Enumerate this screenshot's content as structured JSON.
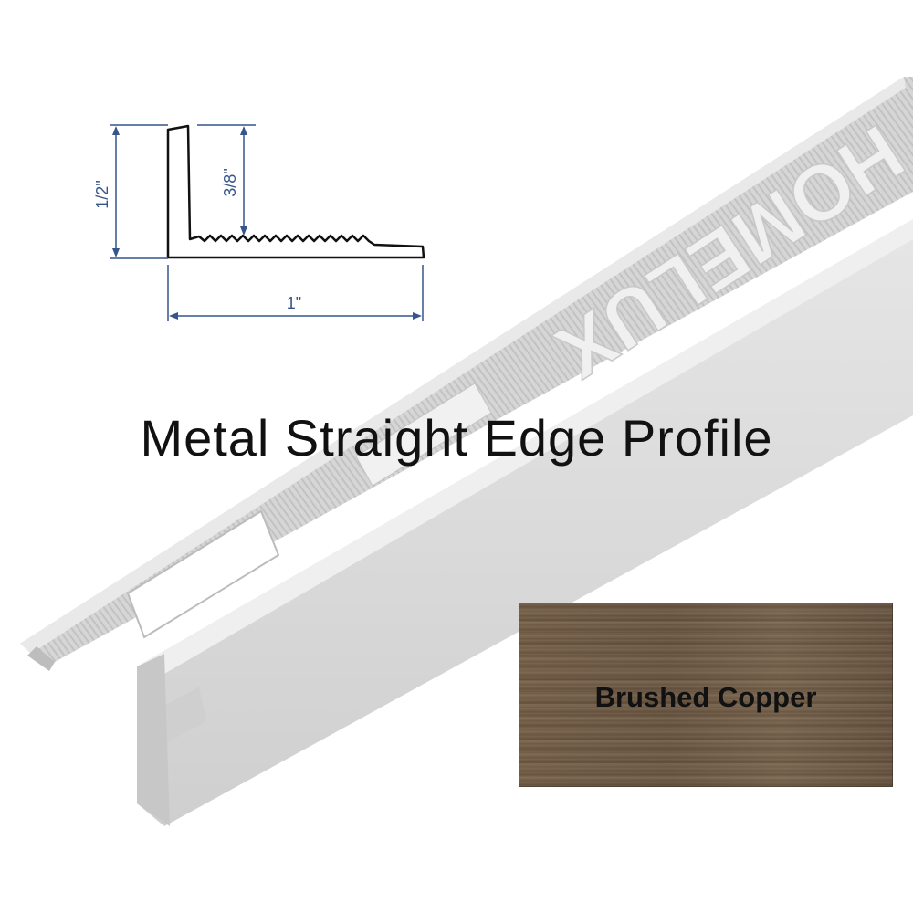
{
  "title": "Metal Straight Edge Profile",
  "brand": "HOMELUX",
  "diagram": {
    "height_label": "1/2\"",
    "inner_height_label": "3/8\"",
    "width_label": "1\""
  },
  "finish": {
    "label": "Brushed Copper",
    "color": "#6e5a44"
  },
  "colors": {
    "dimension_lines": "#35558c",
    "profile_metal": "#d9d9d9"
  }
}
